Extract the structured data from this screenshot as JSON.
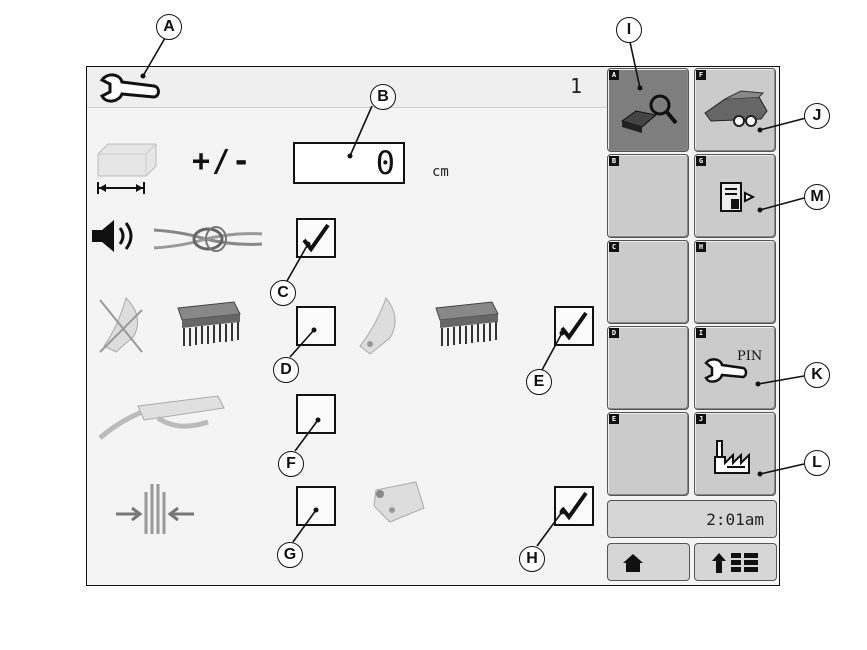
{
  "header": {
    "page_number": "1"
  },
  "callouts": {
    "A": "A",
    "B": "B",
    "C": "C",
    "D": "D",
    "E": "E",
    "F": "F",
    "G": "G",
    "H": "H",
    "I": "I",
    "J": "J",
    "K": "K",
    "L": "L",
    "M": "M"
  },
  "length_adjust": {
    "sign": "+/-",
    "value": "0",
    "unit": "cm"
  },
  "checkboxes": {
    "knot_alarm": true,
    "knife_left_brush": false,
    "knife_right_brush": true,
    "grease": false,
    "packer": false,
    "cutter": true
  },
  "softkeys": [
    {
      "letter": "A",
      "icon": "diagnostic-search-icon",
      "active": true
    },
    {
      "letter": "F",
      "icon": "baler-icon",
      "active": false
    },
    {
      "letter": "B",
      "icon": "",
      "active": false
    },
    {
      "letter": "G",
      "icon": "document-export-icon",
      "active": false
    },
    {
      "letter": "C",
      "icon": "",
      "active": false
    },
    {
      "letter": "H",
      "icon": "",
      "active": false
    },
    {
      "letter": "D",
      "icon": "",
      "active": false
    },
    {
      "letter": "I",
      "icon": "wrench-pin-icon",
      "label": "PIN",
      "active": false
    },
    {
      "letter": "E",
      "icon": "",
      "active": false
    },
    {
      "letter": "J",
      "icon": "factory-icon",
      "active": false
    }
  ],
  "clock": "2:01am",
  "nav": {
    "home_icon": "home-icon",
    "menu_icon": "up-menu-icon"
  },
  "colors": {
    "active_softkey": "#7e7e7e",
    "softkey": "#cbcbcb",
    "screen_bg": "#f4f4f4"
  }
}
